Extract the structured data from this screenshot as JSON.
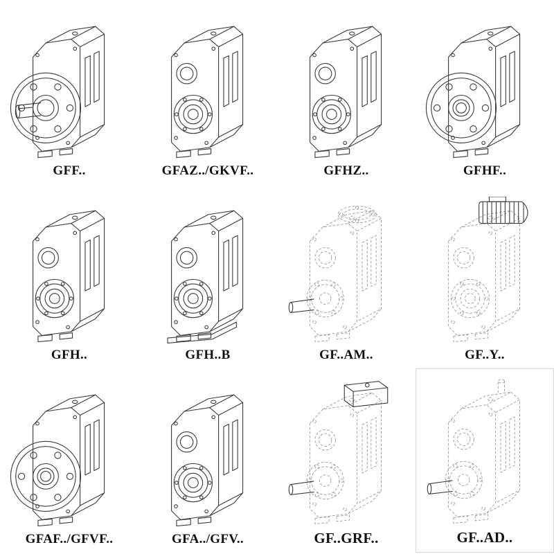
{
  "page": {
    "background": "#ffffff"
  },
  "colors": {
    "ink": "#3b3b3b",
    "phantom_line": "#9c9c9c",
    "label_text": "#111111"
  },
  "catalog": {
    "items": [
      {
        "label": "GFF..",
        "drawing": "flange-shaft-gearbox-icon"
      },
      {
        "label": "GFAZ../GKVF..",
        "drawing": "hollow-shaft-gearbox-icon"
      },
      {
        "label": "GFHZ..",
        "drawing": "hollow-shaft-gearbox-icon"
      },
      {
        "label": "GFHF..",
        "drawing": "flange-hollow-gearbox-icon"
      },
      {
        "label": "GFH..",
        "drawing": "hollow-shaft-gearbox-icon"
      },
      {
        "label": "GFH..B",
        "drawing": "foot-mounted-gearbox-icon"
      },
      {
        "label": "GF..AM..",
        "drawing": "iec-adapter-gearbox-phantom-icon"
      },
      {
        "label": "GF..Y..",
        "drawing": "motor-mounted-gearbox-phantom-icon"
      },
      {
        "label": "GFAF../GFVF..",
        "drawing": "flange-hollow-gearbox-icon"
      },
      {
        "label": "GFA../GFV..",
        "drawing": "hollow-shaft-gearbox-icon"
      },
      {
        "label": "GF..GRF..",
        "drawing": "cover-adapter-gearbox-phantom-icon"
      },
      {
        "label": "GF..AD..",
        "drawing": "shaft-adapter-gearbox-phantom-icon"
      }
    ]
  }
}
